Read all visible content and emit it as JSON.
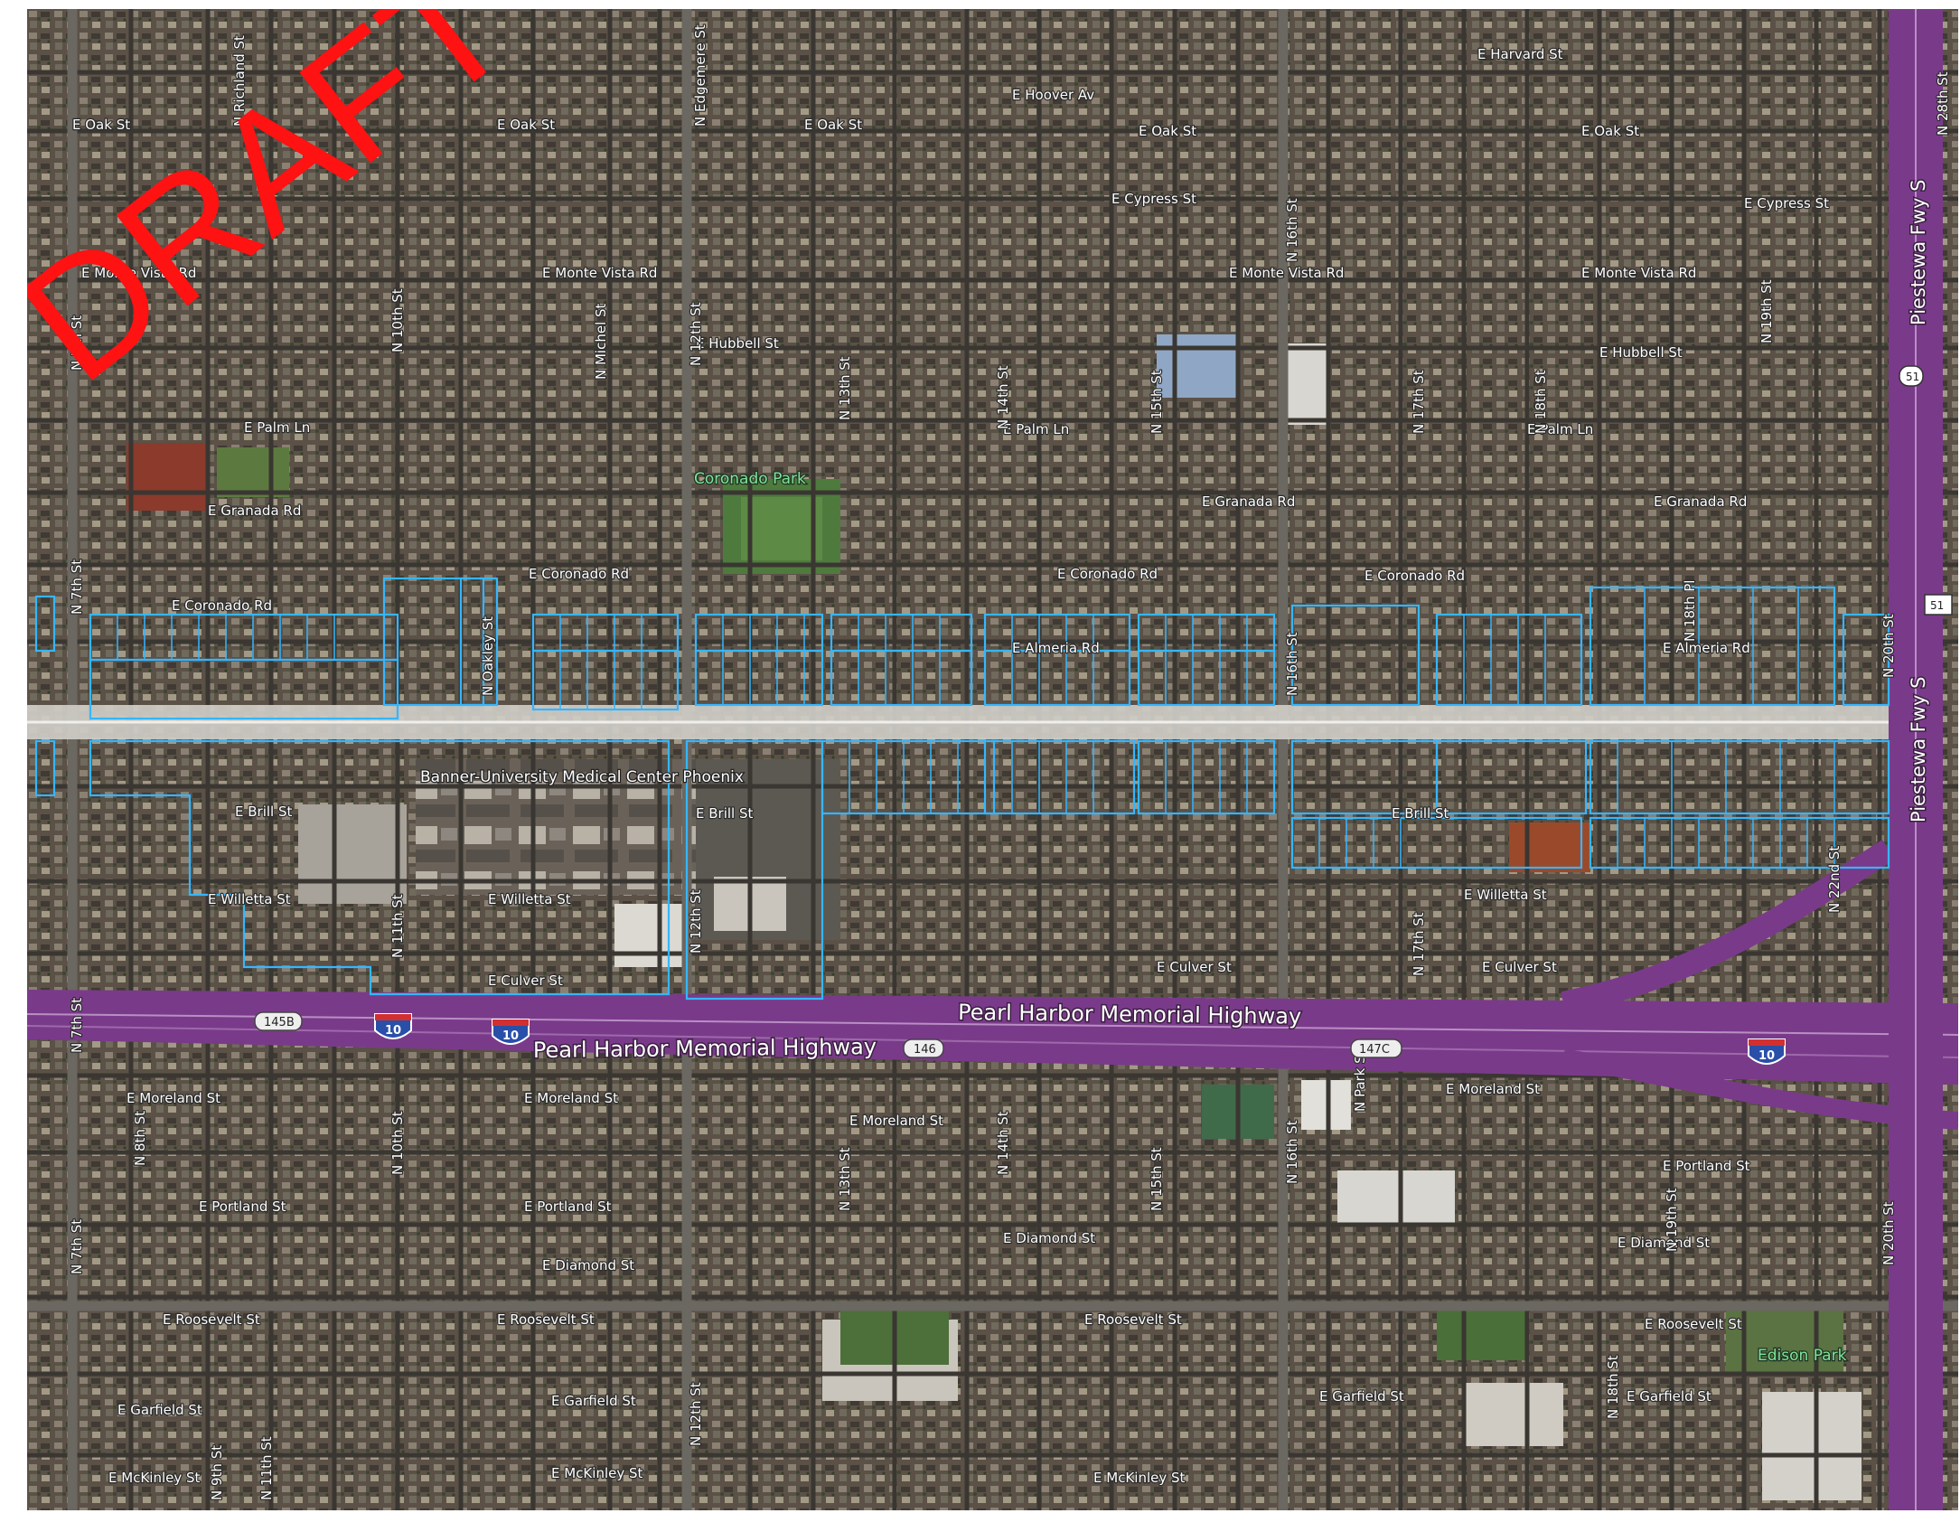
{
  "watermark": "DRAFT",
  "colors": {
    "parcel_outline": "#35b6ff",
    "freeway": "#7a3a8a",
    "watermark": "#ff1212",
    "park_label": "#7fe39a"
  },
  "highways": {
    "i10_name_east": "Pearl Harbor Memorial Highway",
    "i10_name_west": "Pearl Harbor Memorial Highway",
    "sr51_name_north": "Piestewa Fwy S",
    "sr51_name_south": "Piestewa Fwy S",
    "interstate_shield": "10",
    "sr51_shield_north": "51",
    "sr51_shield_south": "51",
    "exit_145b": "145B",
    "exit_146": "146",
    "exit_147c": "147C"
  },
  "places": {
    "hospital": "Banner-University Medical Center Phoenix",
    "coronado_park": "Coronado Park",
    "edison_park": "Edison Park"
  },
  "street_labels": [
    "E Harvard St",
    "E Oak St",
    "E Oak St",
    "E Oak St",
    "E Oak St",
    "E Oak St",
    "E Hoover Av",
    "E Cypress St",
    "E Cypress St",
    "E Monte Vista Rd",
    "E Monte Vista Rd",
    "E Monte Vista Rd",
    "E Monte Vista Rd",
    "E Hubbell St",
    "E Hubbell St",
    "E Palm Ln",
    "E Palm Ln",
    "E Palm Ln",
    "E Granada Rd",
    "E Granada Rd",
    "E Granada Rd",
    "E Coronado Rd",
    "E Coronado Rd",
    "E Coronado Rd",
    "E Coronado Rd",
    "E Almeria Rd",
    "E Almeria Rd",
    "E Brill St",
    "E Brill St",
    "E Brill St",
    "E Willetta St",
    "E Willetta St",
    "E Willetta St",
    "E Culver St",
    "E Culver St",
    "E Culver St",
    "E Moreland St",
    "E Moreland St",
    "E Moreland St",
    "E Moreland St",
    "E Portland St",
    "E Portland St",
    "E Portland St",
    "E Diamond St",
    "E Diamond St",
    "E Diamond St",
    "E Roosevelt St",
    "E Roosevelt St",
    "E Roosevelt St",
    "E Roosevelt St",
    "E Garfield St",
    "E Garfield St",
    "E Garfield St",
    "E Garfield St",
    "E McKinley St",
    "E McKinley St",
    "E McKinley St",
    "N 7th St",
    "N 7th St",
    "N 7th St",
    "N 7th St",
    "N 8th St",
    "N 9th St",
    "N 10th St",
    "N 10th St",
    "N 11th St",
    "N 11th St",
    "N 12th St",
    "N 12th St",
    "N 12th St",
    "N 13th St",
    "N 13th St",
    "N 14th St",
    "N 14th St",
    "N 15th St",
    "N 15th St",
    "N 16th St",
    "N 16th St",
    "N 16th St",
    "N 17th St",
    "N 17th St",
    "N 18th St",
    "N 18th St",
    "N 18th Pl",
    "N 19th St",
    "N 19th St",
    "N 20th St",
    "N 20th St",
    "N 22nd St",
    "N 28th St",
    "N Michel St",
    "N Edgemere St",
    "N Richland St",
    "N Park St",
    "N Oakley St"
  ]
}
